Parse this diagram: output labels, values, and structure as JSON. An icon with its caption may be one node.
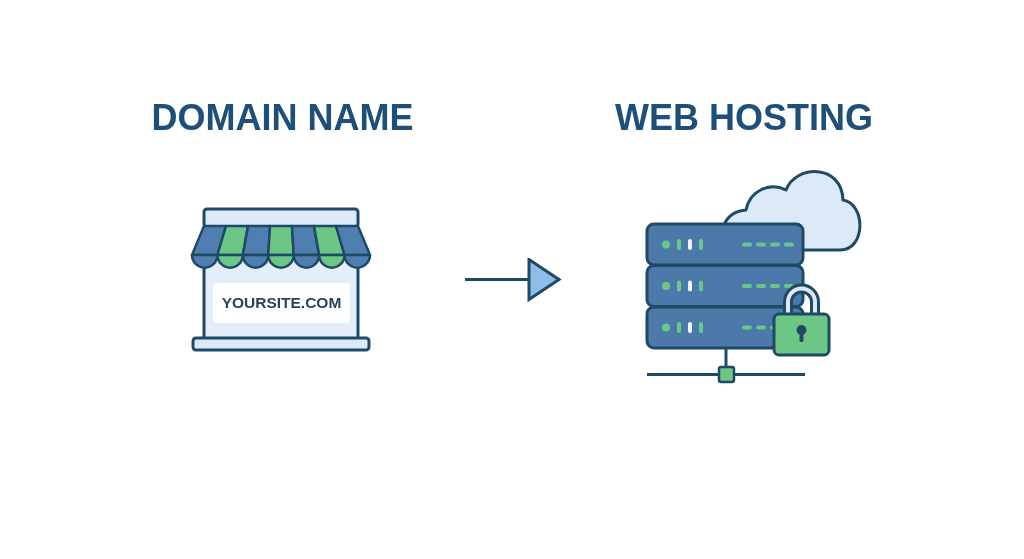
{
  "diagram": {
    "nodes": [
      {
        "text": [
          "DOMAIN NAME",
          "YOURSITE.COM"
        ]
      },
      {
        "text": [
          "WEB HOSTING"
        ]
      }
    ],
    "edges": [
      {
        "from": 0,
        "to": 1,
        "arrow": "to"
      }
    ]
  }
}
